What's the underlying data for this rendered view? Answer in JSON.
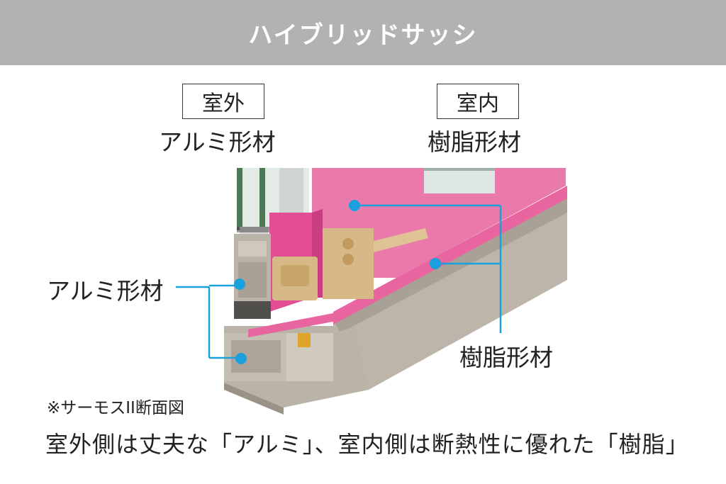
{
  "header": {
    "title": "ハイブリッドサッシ"
  },
  "outdoor": {
    "label": "室外",
    "material": "アルミ形材"
  },
  "indoor": {
    "label": "室内",
    "material": "樹脂形材"
  },
  "callouts": {
    "left_material": "アルミ形材",
    "right_material": "樹脂形材"
  },
  "note": "※サーモスII断面図",
  "caption": "室外側は丈夫な「アルミ」、室内側は断熱性に優れた「樹脂」",
  "colors": {
    "header_bg": "#b2b2b2",
    "resin_pink": "#e8659f",
    "aluminum": "#b9b2a6",
    "callout_blue": "#1aa0dc",
    "bracket_tan": "#d7b887"
  }
}
